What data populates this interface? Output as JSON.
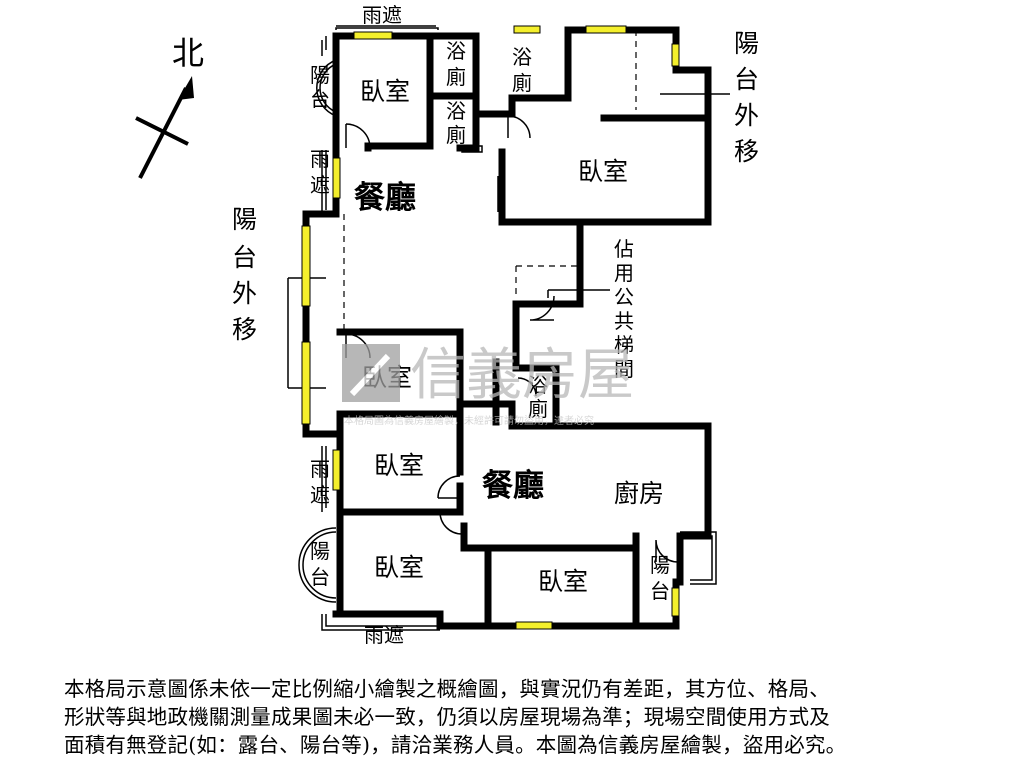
{
  "compass": {
    "north": "北"
  },
  "labels": {
    "rain_shelter": "雨遮",
    "balcony": "陽台",
    "bedroom": "臥室",
    "bathroom": "浴廁",
    "dining": "餐廳",
    "kitchen": "廚房",
    "balcony_moved_out": "陽台外移",
    "shared_stair": "佔用公共梯間"
  },
  "watermark": {
    "brand": "信義房屋",
    "fine_print": "本格局圖為信義房屋繪製，未經許可請勿盜用，違者必究"
  },
  "note": {
    "lines": [
      "本格局示意圖係未依一定比例縮小繪製之概繪圖，與實況仍有差距，其方位、格局、",
      "形狀等與地政機關測量成果圖未必一致，仍須以房屋現場為準；現場空間使用方式及",
      "面積有無登記(如：露台、陽台等)，請洽業務人員。本圖為信義房屋繪製，盜用必究。"
    ]
  }
}
